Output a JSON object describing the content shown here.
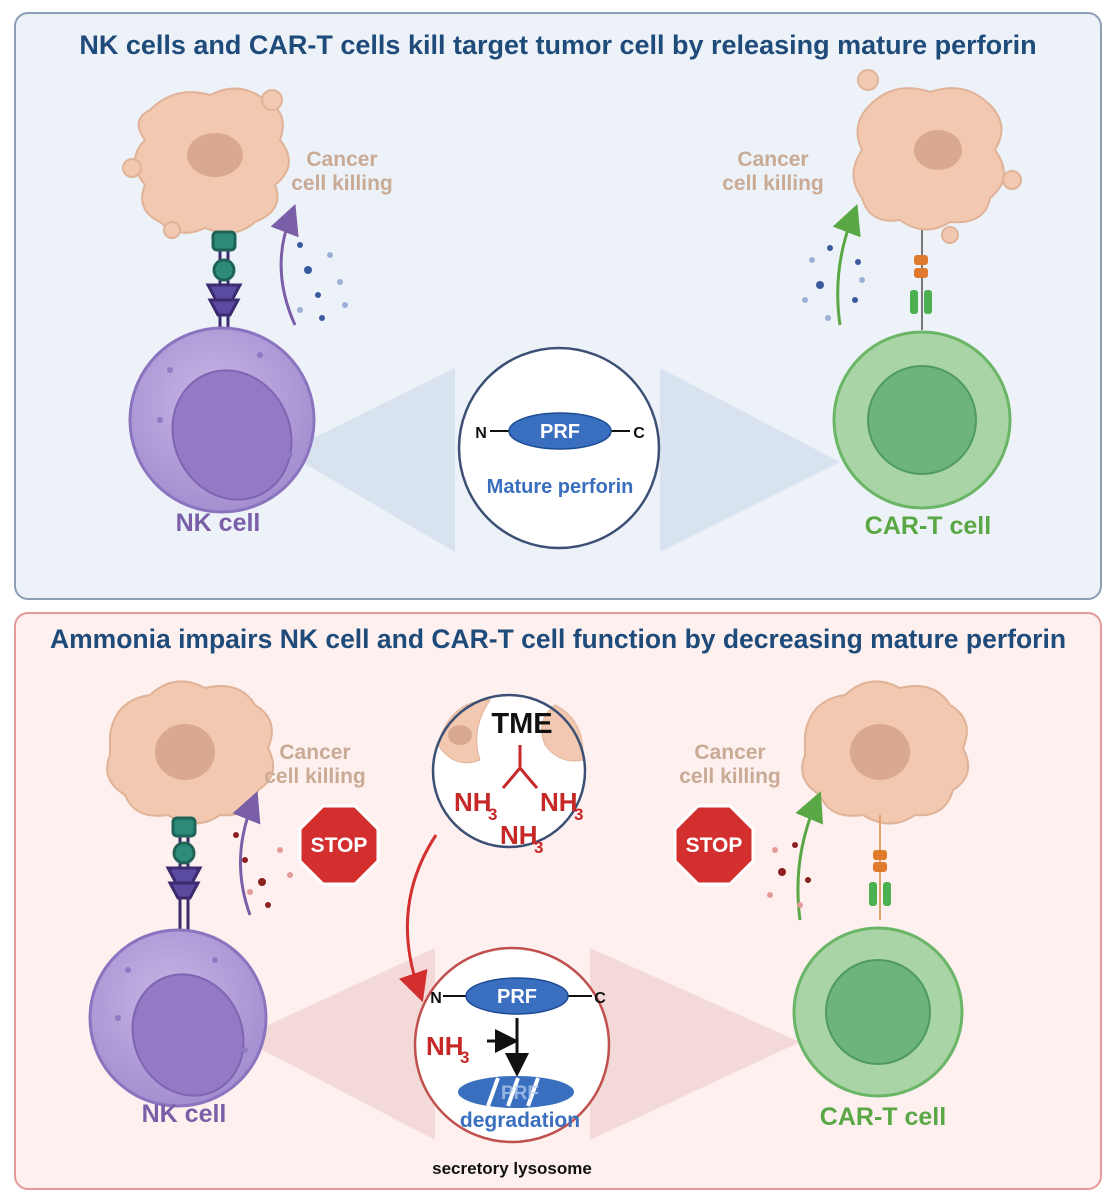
{
  "top_panel": {
    "title": "NK cells and CAR-T cells kill target tumor cell by releasing mature perforin",
    "nk_label": "NK cell",
    "cart_label": "CAR-T cell",
    "killing_line1": "Cancer",
    "killing_line2": "cell killing",
    "prf_label": "PRF",
    "n_term": "N",
    "c_term": "C",
    "mature_perforin": "Mature perforin"
  },
  "bottom_panel": {
    "title": "Ammonia impairs NK cell and CAR-T cell function by decreasing mature perforin",
    "nk_label": "NK cell",
    "cart_label": "CAR-T cell",
    "killing_line1": "Cancer",
    "killing_line2": "cell killing",
    "stop_label": "STOP",
    "tme_label": "TME",
    "nh3": "NH",
    "nh3_sub": "3",
    "prf_label": "PRF",
    "n_term": "N",
    "c_term": "C",
    "degraded_prf": "PRF",
    "degradation": "degradation",
    "lysosome_label": "secretory lysosome"
  },
  "colors": {
    "nk_purple": "#7a5ea8",
    "cart_green": "#5aa845",
    "cancer_tan": "#c9aa95",
    "title_blue": "#1f4b7a",
    "perforin_blue": "#3a6fbf",
    "ammonia_red": "#c62828"
  }
}
